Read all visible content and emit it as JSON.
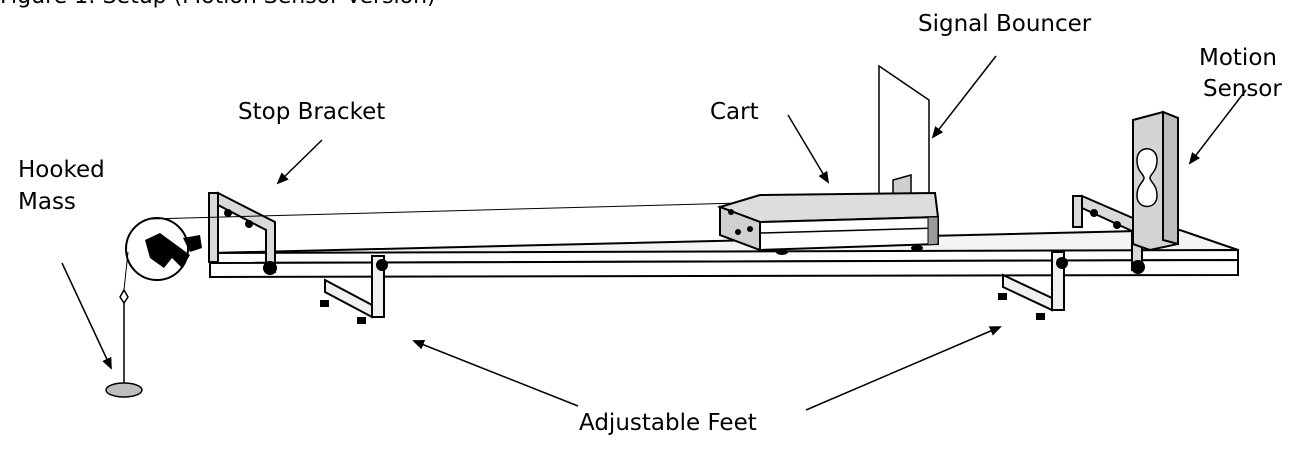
{
  "figure": {
    "caption": "Figure 1: Setup (Motion Sensor Version)"
  },
  "labels": {
    "signal_bouncer": "Signal Bouncer",
    "motion": "Motion",
    "sensor": "Sensor",
    "stop_bracket": "Stop Bracket",
    "cart": "Cart",
    "hooked": "Hooked",
    "mass": "Mass",
    "adjustable_feet": "Adjustable Feet"
  },
  "colors": {
    "line": "#000000",
    "gray_fill": "#bdbdbd",
    "light_fill": "#e6e6e6"
  }
}
